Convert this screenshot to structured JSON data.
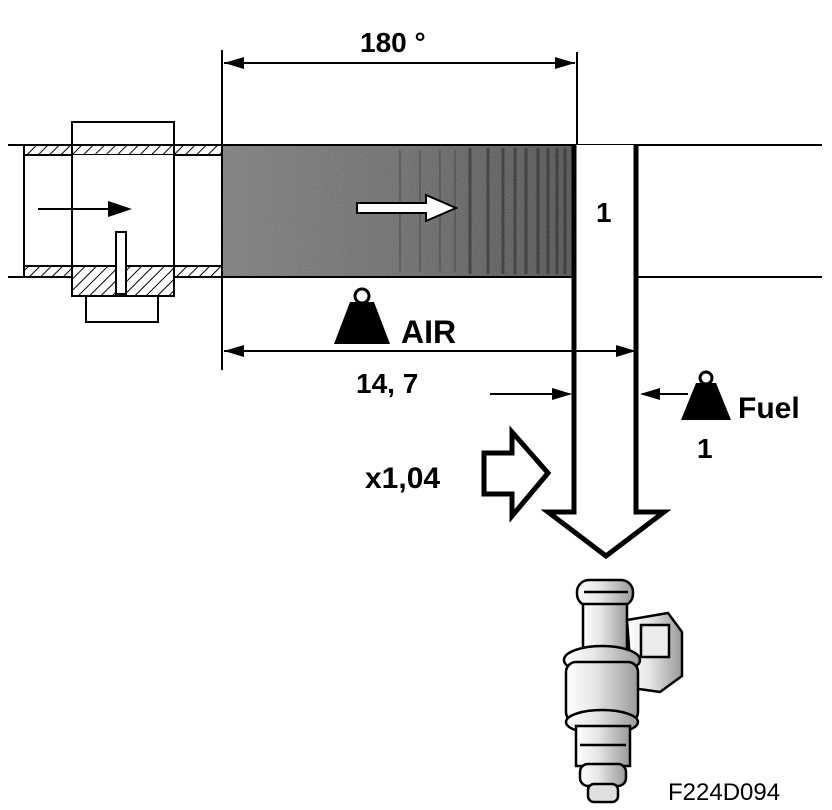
{
  "labels": {
    "angle": "180 °",
    "air": "AIR",
    "ratio": "14, 7",
    "fuel": "Fuel",
    "fuel_ratio": "1",
    "chamber_index": "1",
    "correction": "x1,04",
    "figure_code": "F224D094"
  }
}
